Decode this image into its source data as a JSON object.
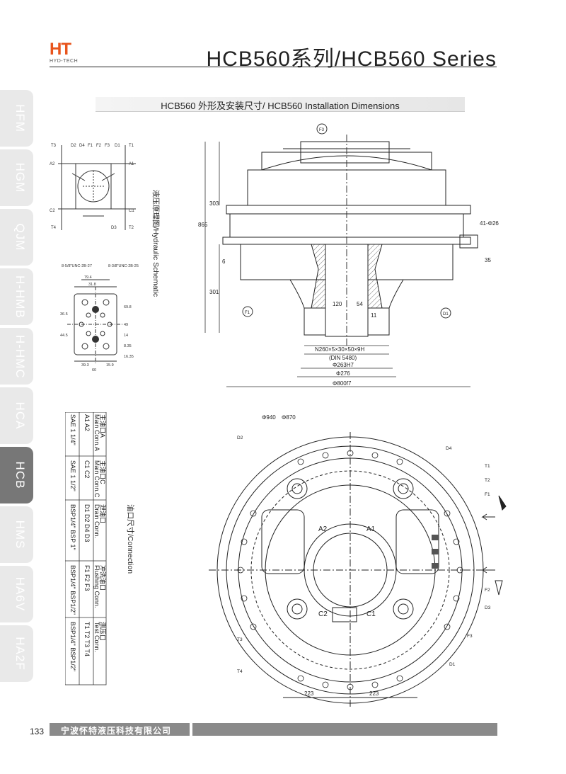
{
  "header": {
    "logo_mark": "HT",
    "logo_sub": "HYD-TECH",
    "title": "HCB560系列/HCB560 Series"
  },
  "section": {
    "title": "HCB560 外形及安装尺寸/ HCB560 Installation Dimensions"
  },
  "side_tabs": [
    {
      "label": "HFM",
      "active": false
    },
    {
      "label": "HGM",
      "active": false
    },
    {
      "label": "QJM",
      "active": false
    },
    {
      "label": "H-HMB",
      "active": false
    },
    {
      "label": "H-HMC",
      "active": false
    },
    {
      "label": "HCA",
      "active": false
    },
    {
      "label": "HCB",
      "active": true
    },
    {
      "label": "HMS",
      "active": false
    },
    {
      "label": "HA6V",
      "active": false
    },
    {
      "label": "HA2F",
      "active": false
    }
  ],
  "schematic": {
    "caption": "液压原理图/Hydraulic Schematic",
    "ports": [
      "T3",
      "T4",
      "A2",
      "D2",
      "D4",
      "C2",
      "F1",
      "F2",
      "F3",
      "D1",
      "D3",
      "C1",
      "A1",
      "T1",
      "T2"
    ]
  },
  "mounting_face": {
    "dims": [
      "79.4",
      "31.8",
      "36.5",
      "15.9",
      "39.3",
      "60",
      "44.5",
      "69.8",
      "49",
      "14",
      "8.35",
      "16.35"
    ],
    "notes": [
      "8-5/8\"UNC-2B-27",
      "8-3/8\"UNC-2B-25"
    ]
  },
  "side_view": {
    "dims": [
      "303",
      "865",
      "6",
      "301",
      "120",
      "54",
      "11",
      "41-Φ26",
      "35"
    ],
    "labels": [
      "F3",
      "F1",
      "D1"
    ],
    "spline": "N260×5×30×50×9H",
    "spline_std": "(DIN 5480)",
    "d1": "Φ263H7",
    "d2": "Φ276",
    "d3": "Φ800f7"
  },
  "front_view": {
    "dims": [
      "Φ940",
      "Φ870",
      "223",
      "223"
    ],
    "ports": [
      "A1",
      "A2",
      "C1",
      "C2",
      "T1",
      "T2",
      "T3",
      "T4",
      "D1",
      "D2",
      "D3",
      "D4",
      "F1",
      "F2",
      "F3"
    ]
  },
  "connection": {
    "caption": "油口尺寸/Connection",
    "groups": [
      {
        "cn": "主油口A",
        "en": "Main Conn.A",
        "ports": "A1  A2",
        "size": "SAE 1 1/4\""
      },
      {
        "cn": "主油口C",
        "en": "Main Conn.C",
        "ports": "C1  C2",
        "size": "SAE 1 1/2\""
      },
      {
        "cn": "泄油口",
        "en": "Drain Conn.",
        "ports": "D1  D2  D4    D3",
        "size": "BSP1/4\"    BSP 1\""
      },
      {
        "cn": "冲洗油口",
        "en": "Flushing Conn.",
        "ports": "F1  F2    F3",
        "size": "BSP1/4\"   BSP1/2\""
      },
      {
        "cn": "测压口",
        "en": "Test Conn.",
        "ports": "T1  T2  T3    T4",
        "size": "BSP1/4\"    BSP1/2\""
      }
    ]
  },
  "footer": {
    "page": "133",
    "company": "宁波怀特液压科技有限公司"
  }
}
